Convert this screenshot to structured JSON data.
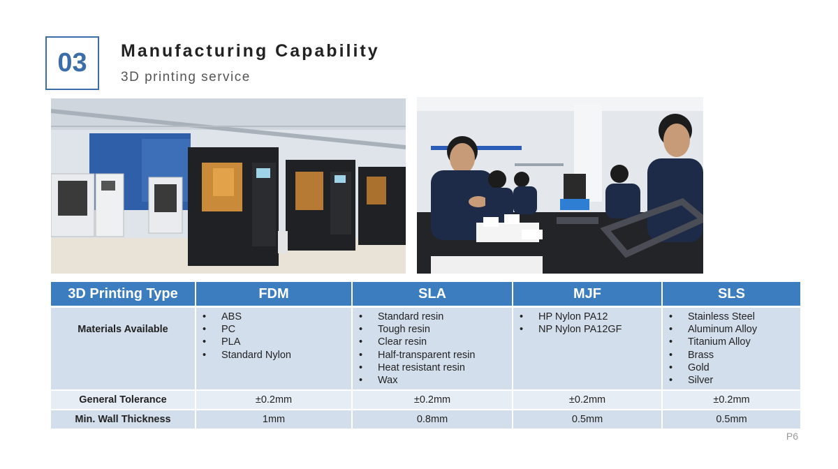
{
  "header": {
    "section_number": "03",
    "title": "Manufacturing Capability",
    "subtitle": "3D printing service"
  },
  "table": {
    "header_label": "3D Printing Type",
    "columns": [
      "FDM",
      "SLA",
      "MJF",
      "SLS"
    ],
    "rows": {
      "materials": {
        "label": "Materials Available",
        "FDM": [
          "ABS",
          "PC",
          "PLA",
          "Standard Nylon"
        ],
        "SLA": [
          "Standard resin",
          "Tough resin",
          "Clear resin",
          "Half-transparent resin",
          "Heat resistant resin",
          "Wax"
        ],
        "MJF": [
          "HP Nylon PA12",
          "NP Nylon PA12GF"
        ],
        "SLS": [
          "Stainless Steel",
          "Aluminum Alloy",
          "Titanium Alloy",
          "Brass",
          "Gold",
          "Silver"
        ]
      },
      "tolerance": {
        "label": "General Tolerance",
        "values": [
          "±0.2mm",
          "±0.2mm",
          "±0.2mm",
          "±0.2mm"
        ]
      },
      "wall": {
        "label": "Min. Wall Thickness",
        "values": [
          "1mm",
          "0.8mm",
          "0.5mm",
          "0.5mm"
        ]
      }
    }
  },
  "page_number": "P6",
  "colors": {
    "accent": "#3b6ea8",
    "table_header": "#3b7dbf",
    "row_a": "#d3deec",
    "row_b": "#e7edf5"
  }
}
